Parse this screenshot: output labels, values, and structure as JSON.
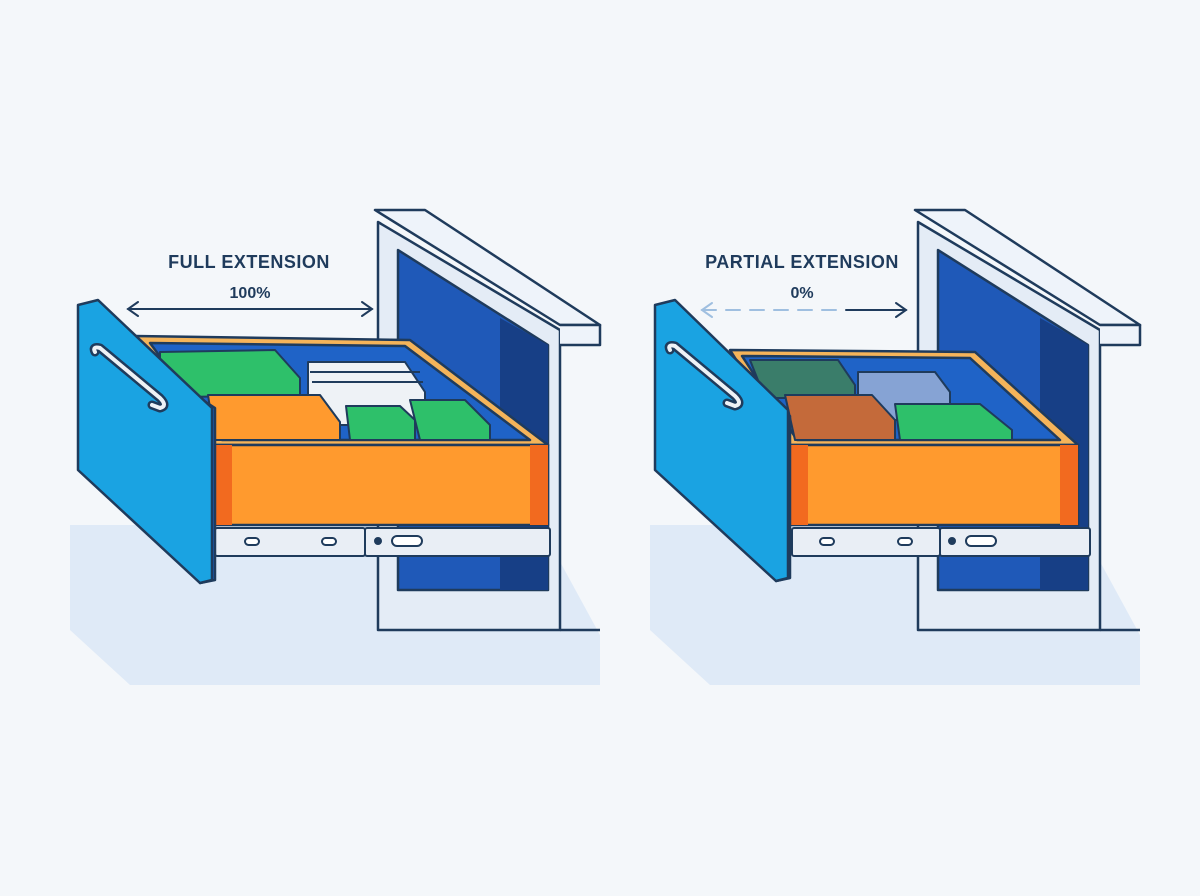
{
  "panels": [
    {
      "label": "FULL EXTENSION",
      "value": "100%",
      "extension_percent": 100
    },
    {
      "label": "PARTIAL EXTENSION",
      "value": "0%",
      "extension_percent": 0
    }
  ],
  "colors": {
    "background": "#f4f7fa",
    "cabinet_outline": "#1f3b5c",
    "cabinet_face": "#e4ecf6",
    "cabinet_interior": "#1f59b8",
    "drawer_front": "#1aa3e2",
    "drawer_front_edge": "#1b63c7",
    "drawer_body": "#ff9a2e",
    "drawer_body_shade": "#f26a1f",
    "drawer_rim": "#f5b45a",
    "slide_rail": "#e9eef5",
    "box_green": "#2ec06a",
    "box_white": "#eef2f6",
    "text": "#1f3b5c",
    "shadow": "#dce9f7"
  }
}
